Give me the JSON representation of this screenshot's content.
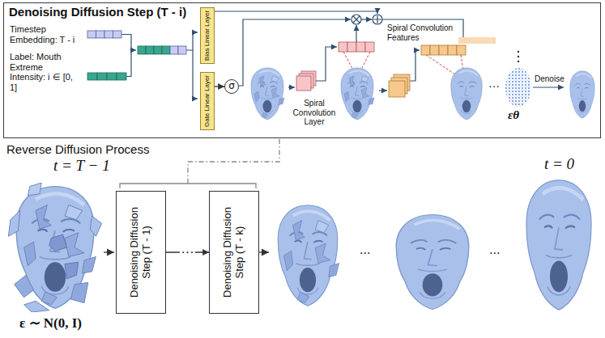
{
  "diagram": {
    "nodes": [
      {
        "text": [
          "Denoising Diffusion Step (T - i)"
        ]
      },
      {
        "text": [
          "Bias Linear Layer"
        ],
        "in": 0
      },
      {
        "text": [
          "Gate Linear Layer"
        ],
        "in": 0
      },
      {
        "text": [
          "σ"
        ],
        "in": 0
      },
      {
        "text": [
          "Denoising Diffusion Step (T - 1)"
        ]
      },
      {
        "text": [
          "Denoising Diffusion Step (T - k)"
        ]
      }
    ],
    "edges": [
      {
        "from": 2,
        "to": 3,
        "arrow": "to"
      },
      {
        "from": 4,
        "to": 5,
        "arrow": "to",
        "label": "···"
      }
    ],
    "labels": [
      "Timestep Embedding: T - i",
      "Label: Mouth Extreme Intensity: i ∈ [0, 1]",
      "Spiral Convolution Layer",
      "Spiral Convolution Features",
      "···",
      "εθ",
      "Denoise",
      "Reverse Diffusion Process",
      "t = T − 1",
      "t = 0",
      "ε ∼ N(0, I)",
      "...",
      "..."
    ]
  }
}
